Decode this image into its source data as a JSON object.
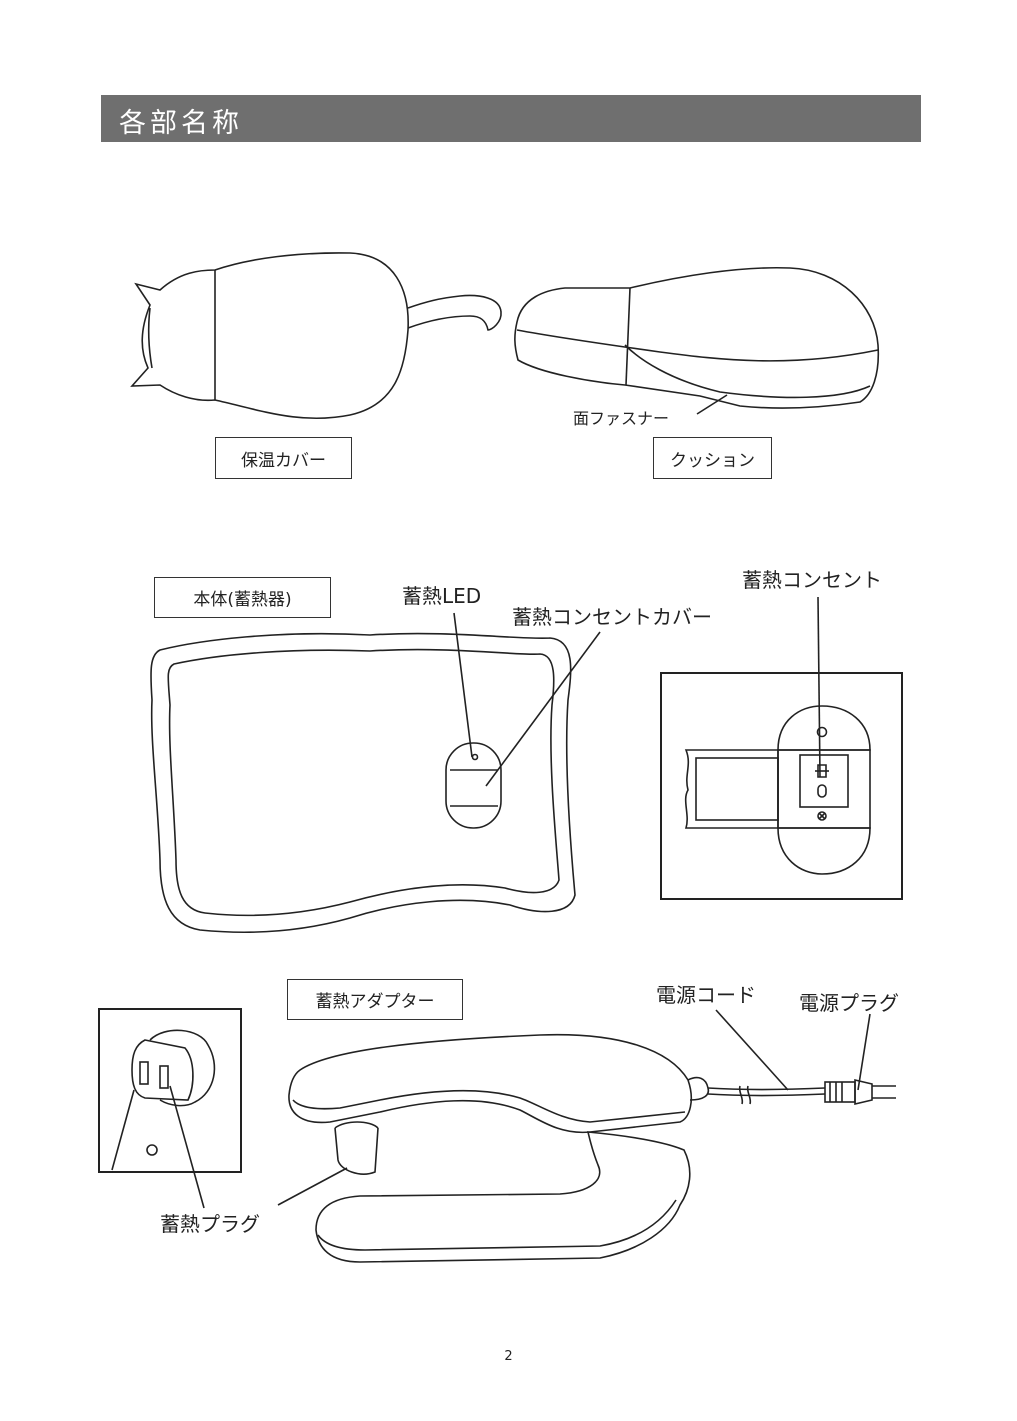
{
  "header": {
    "title": "各部名称"
  },
  "labels": {
    "cover": "保温カバー",
    "cushion": "クッション",
    "fastener": "面ファスナー",
    "body": "本体(蓄熱器)",
    "led": "蓄熱LED",
    "outlet_cover": "蓄熱コンセントカバー",
    "outlet": "蓄熱コンセント",
    "adapter": "蓄熱アダプター",
    "power_cord": "電源コード",
    "power_plug": "電源プラグ",
    "heat_plug": "蓄熱プラグ"
  },
  "page_number": "2"
}
